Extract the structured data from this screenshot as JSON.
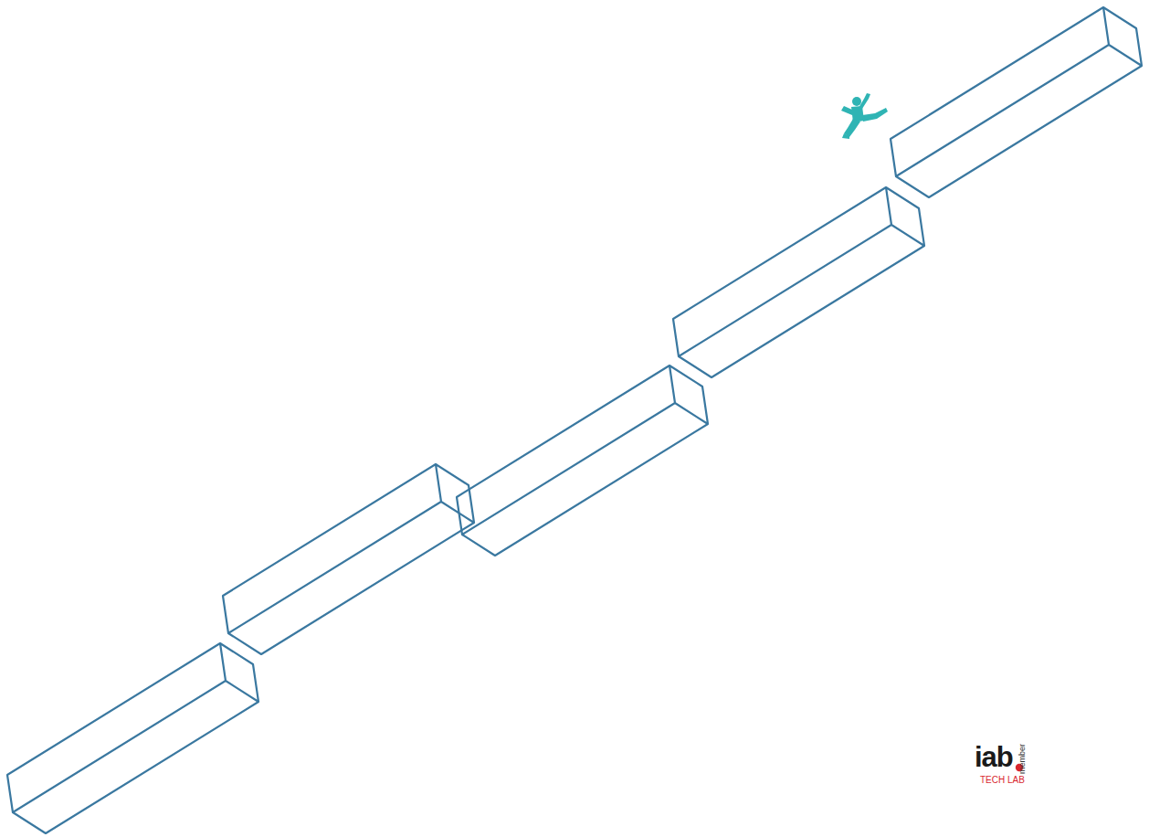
{
  "diagram": {
    "labels": [
      "iab",
      "member",
      "TECH LAB"
    ]
  }
}
